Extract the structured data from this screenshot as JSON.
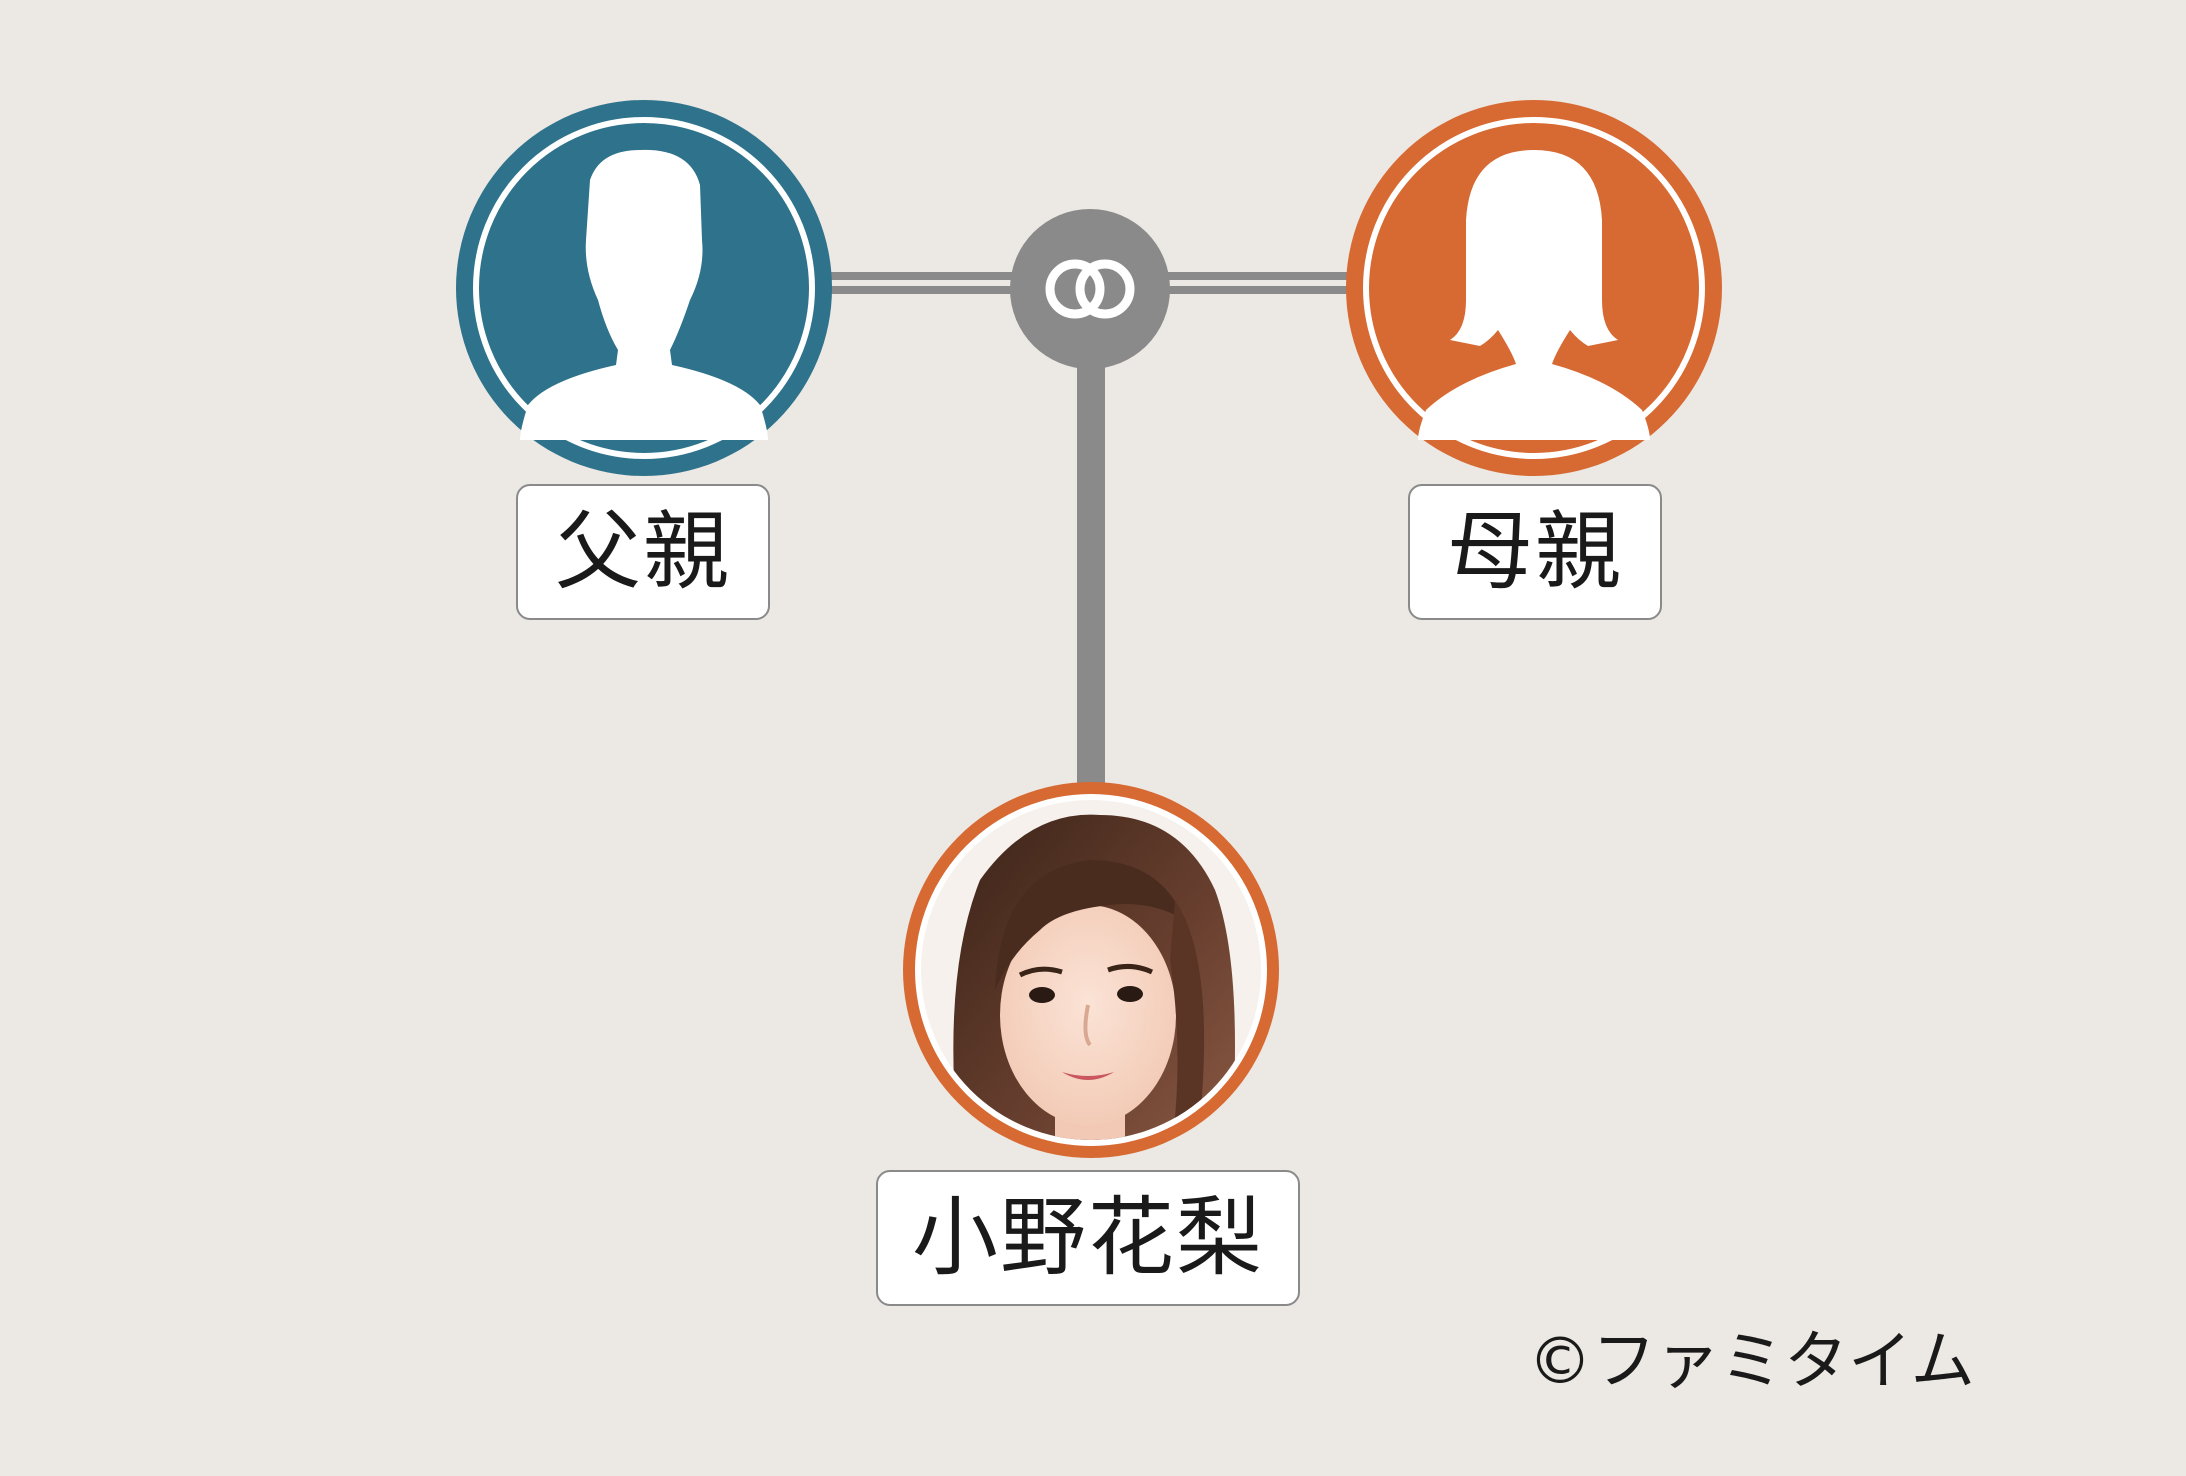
{
  "family": {
    "father": {
      "name": "父親",
      "role_icon": "male-silhouette-icon",
      "ring_color": "#2e728b"
    },
    "mother": {
      "name": "母親",
      "role_icon": "female-silhouette-icon",
      "ring_color": "#d76932"
    },
    "child": {
      "name": "小野花梨",
      "role_icon": "portrait-photo",
      "ring_color": "#d76932"
    },
    "marriage_icon": "interlocked-rings-icon"
  },
  "colors": {
    "background": "#ece8e3",
    "connector": "#8a8a8a"
  },
  "credit": "©ファミタイム"
}
